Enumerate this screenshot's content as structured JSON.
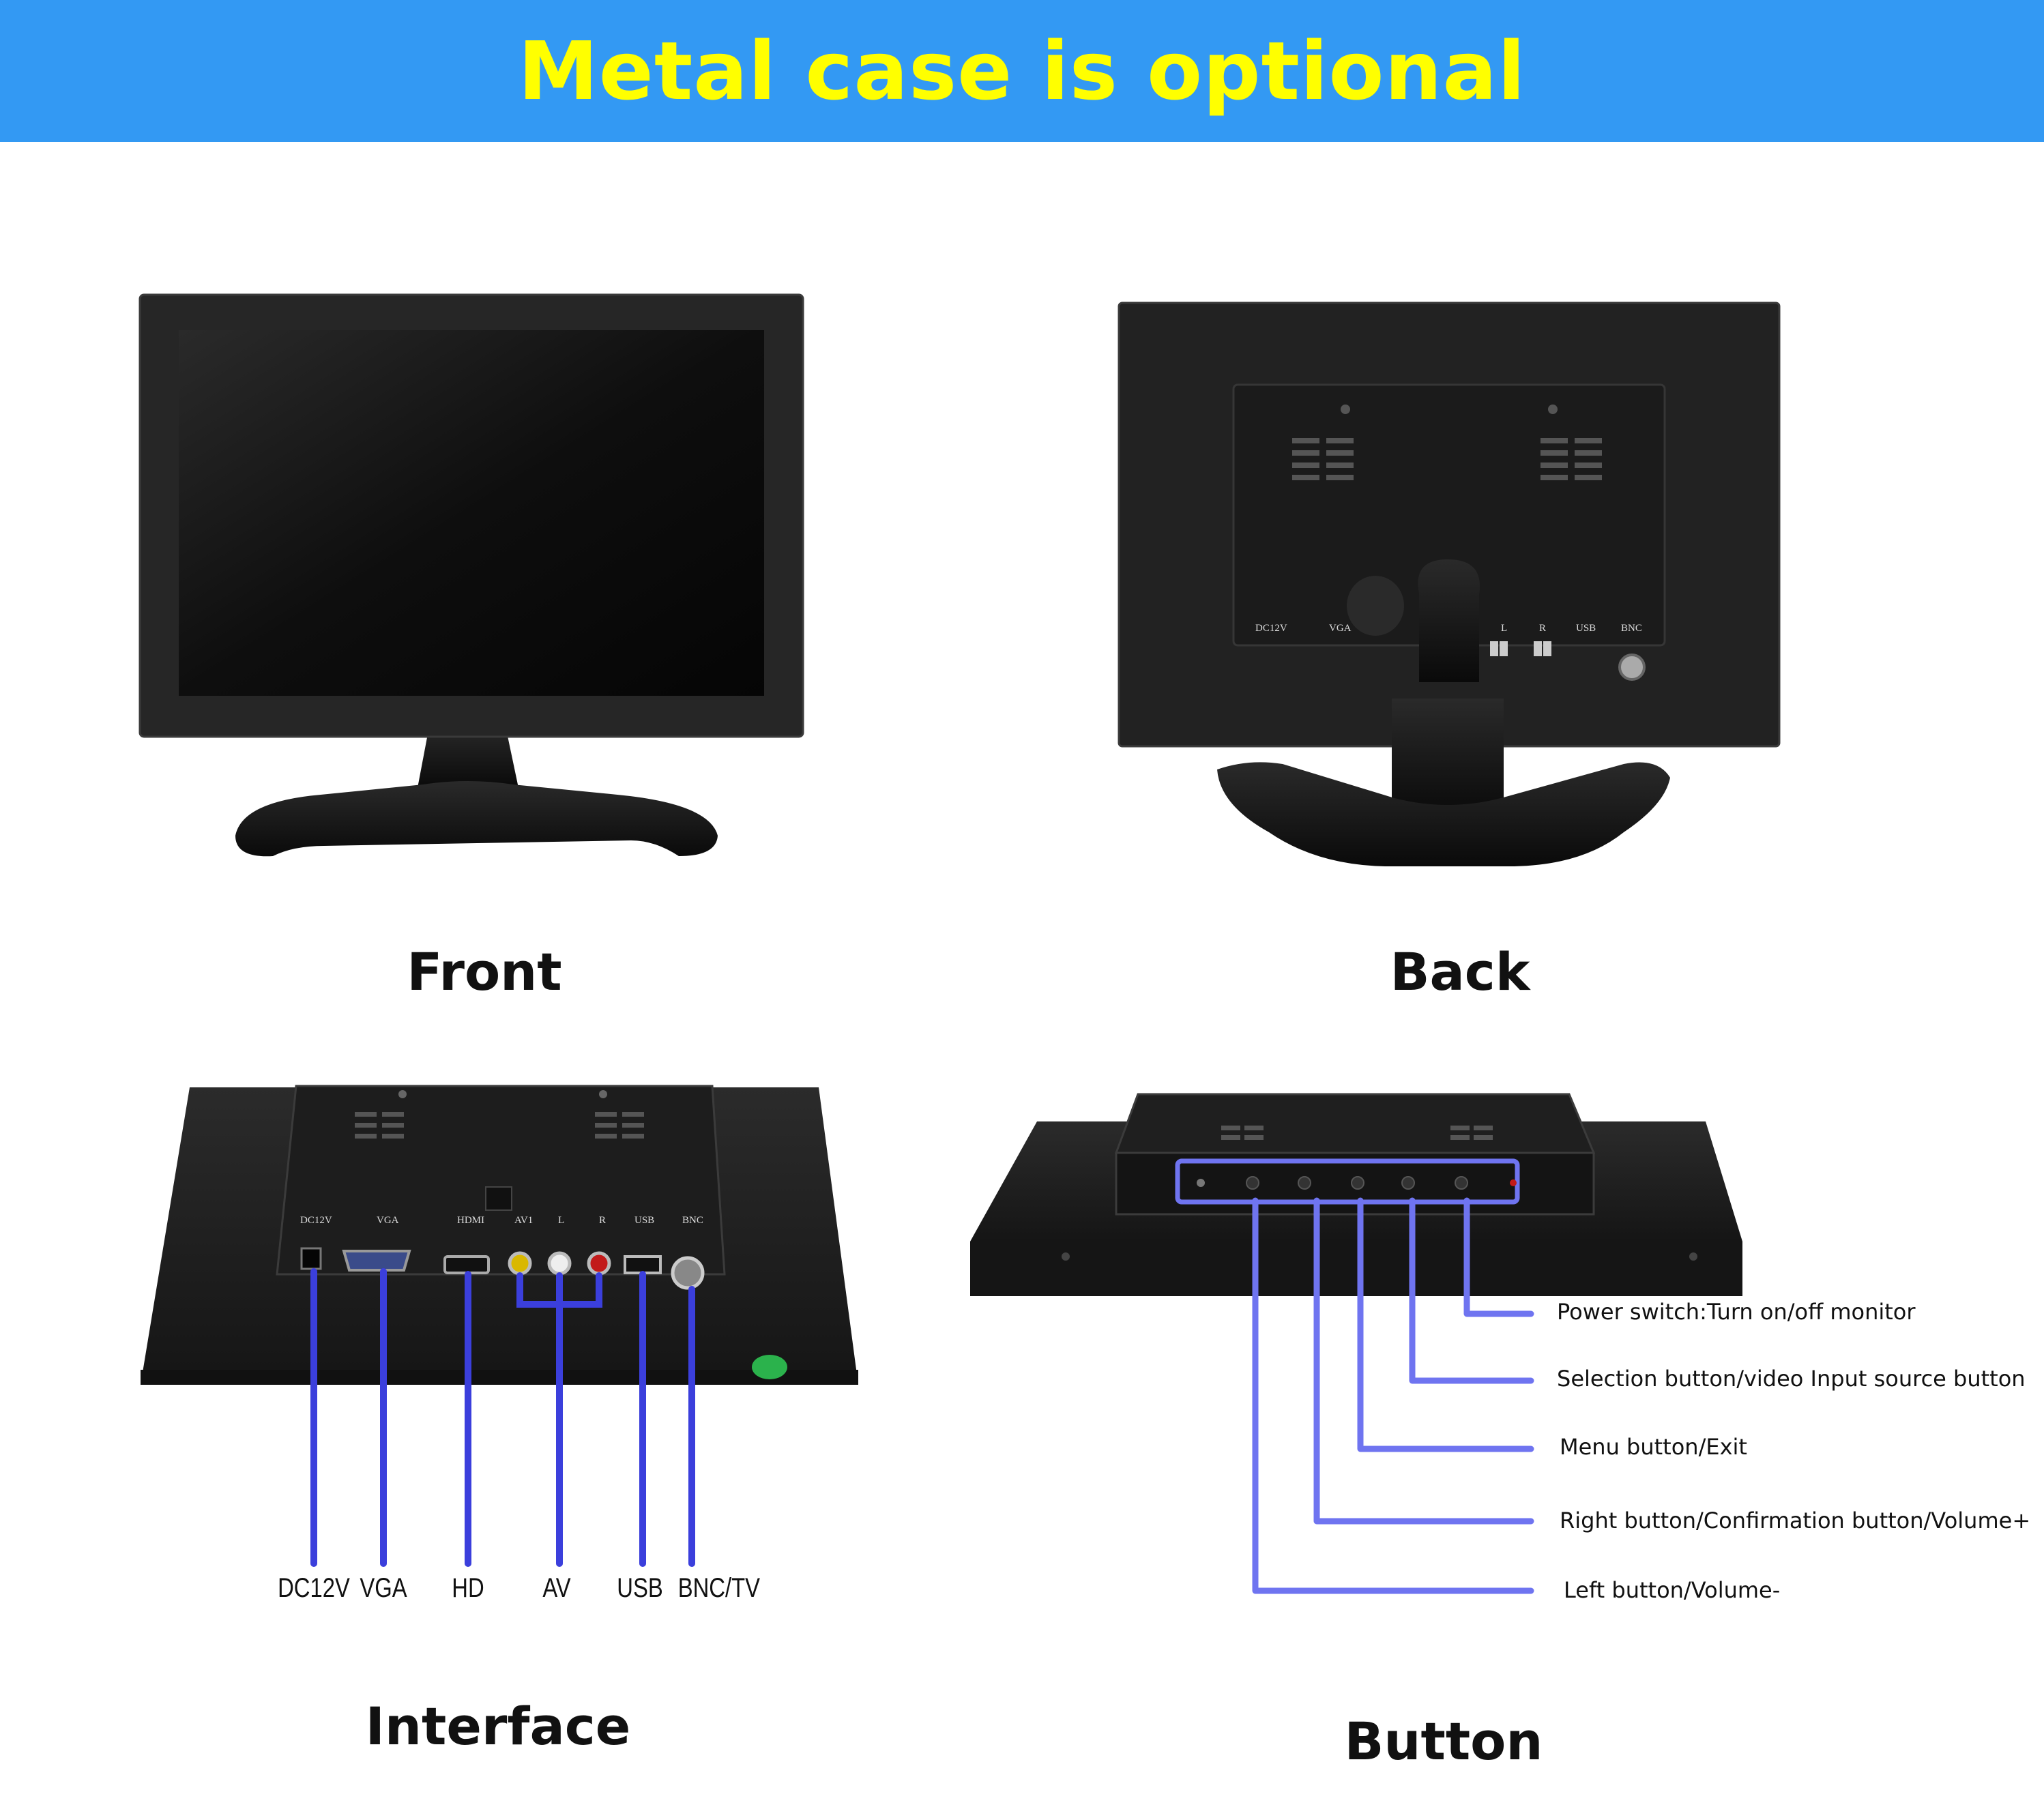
{
  "banner": {
    "title": "Metal case is optional",
    "bg": "#3399f3",
    "fg": "#ffff00"
  },
  "captions": {
    "front": "Front",
    "back": "Back",
    "interface": "Interface",
    "button": "Button"
  },
  "interface_ports": {
    "dc": "DC12V",
    "vga": "VGA",
    "hd": "HD",
    "av": "AV",
    "usb": "USB",
    "bnc": "BNC/TV"
  },
  "silkscreen": {
    "dc": "DC12V",
    "vga": "VGA",
    "hdmi": "HDMI",
    "av1": "AV1",
    "l": "L",
    "r": "R",
    "usb": "USB",
    "bnc": "BNC"
  },
  "buttons": {
    "power": "Power switch:Turn on/off monitor",
    "selection": "Selection button/video Input source button",
    "menu": "Menu button/Exit",
    "right": "Right button/Confirmation button/Volume+",
    "left": "Left button/Volume-"
  },
  "colors": {
    "leader": "#3b3fdc",
    "button_leader": "#6f74f0",
    "case": "#1c1c1c"
  }
}
